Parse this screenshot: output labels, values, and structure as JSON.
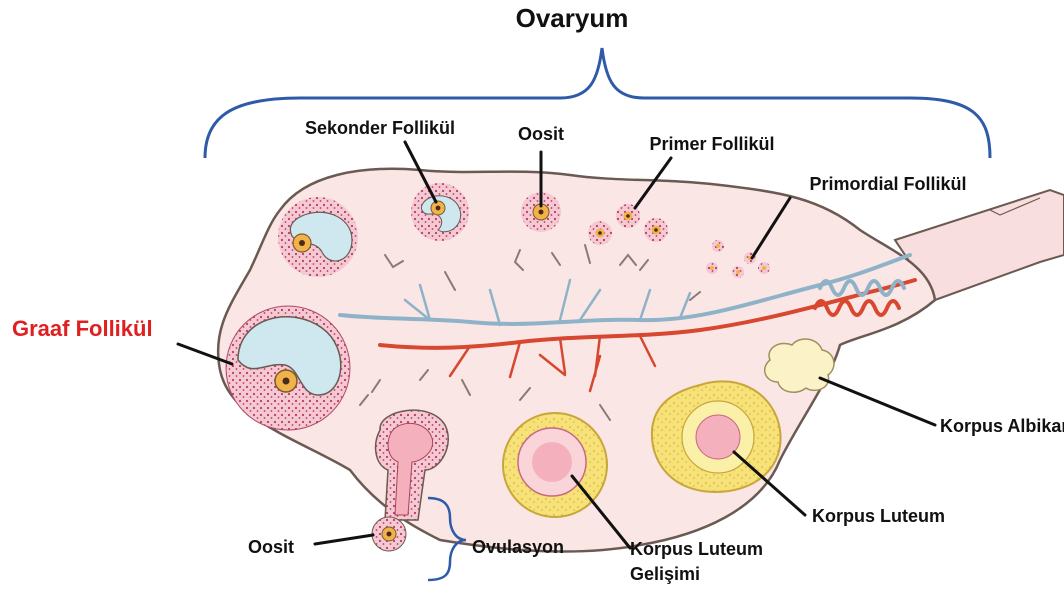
{
  "title": "Ovaryum",
  "labels": {
    "sekonder": "Sekonder Follikül",
    "oosit_top": "Oosit",
    "primer": "Primer Follikül",
    "primordial": "Primordial Follikül",
    "graaf": "Graaf Follikül",
    "albikans": "Korpus Albikans",
    "luteum": "Korpus Luteum",
    "gelisimi_1": "Korpus Luteum",
    "gelisimi_2": "Gelişimi",
    "ovulasyon": "Ovulasyon",
    "oosit_bottom": "Oosit"
  },
  "colors": {
    "stroma": "#fbe6e6",
    "outline": "#6b5a52",
    "follicle_ring": "#f3c9d4",
    "follicle_dots": "#c0395b",
    "antrum": "#cfe7ef",
    "oocyte": "#f2b24a",
    "nucleus": "#4a2a1a",
    "artery": "#d8472f",
    "vein": "#8eb3c8",
    "corpus_luteum": "#f7e27a",
    "corpus_albicans": "#fbf2c8",
    "highlight_label": "#e02020",
    "brace": "#2e5aa8"
  }
}
